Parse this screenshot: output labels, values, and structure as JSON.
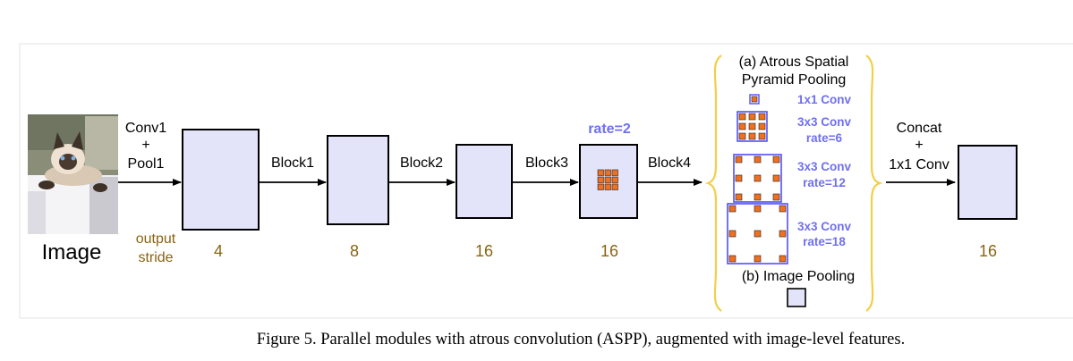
{
  "input": {
    "label": "Image"
  },
  "output_stride_label": [
    "output",
    "stride"
  ],
  "stem": {
    "lines": [
      "Conv1",
      "+",
      "Pool1"
    ]
  },
  "blocks": [
    {
      "label": "Block1"
    },
    {
      "label": "Block2"
    },
    {
      "label": "Block3"
    },
    {
      "label": "Block4"
    }
  ],
  "strides": [
    "4",
    "8",
    "16",
    "16",
    "16"
  ],
  "rate_label": "rate=2",
  "aspp": {
    "title_lines": [
      "(a) Atrous Spatial",
      "Pyramid Pooling"
    ],
    "branches": [
      {
        "lines": [
          "1x1 Conv"
        ]
      },
      {
        "lines": [
          "3x3 Conv",
          "rate=6"
        ]
      },
      {
        "lines": [
          "3x3 Conv",
          "rate=12"
        ]
      },
      {
        "lines": [
          "3x3 Conv",
          "rate=18"
        ]
      }
    ],
    "image_pooling_label": "(b) Image Pooling"
  },
  "concat": {
    "lines": [
      "Concat",
      "+",
      "1x1 Conv"
    ]
  },
  "caption": "Figure 5. Parallel modules with atrous convolution (ASPP), augmented with image-level features.",
  "colors": {
    "block_fill": "#e3e3fa",
    "stride_text": "#8a6410",
    "rate_text": "#6f6ff0",
    "kernel_fill": "#f07020",
    "kernel_stroke": "#5050ff",
    "brace": "#f2cf4a",
    "frame": "#e3e3e3"
  }
}
